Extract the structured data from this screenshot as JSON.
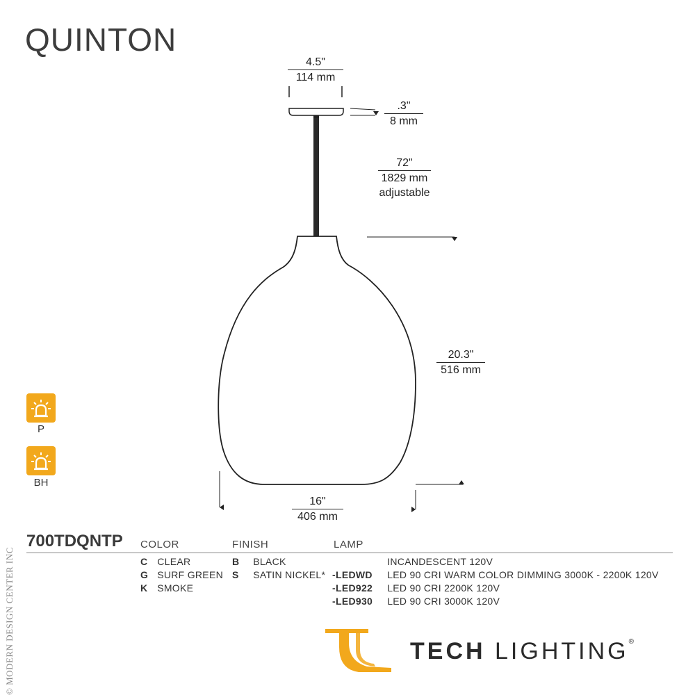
{
  "title": "QUINTON",
  "dimensions": {
    "canopy_width": {
      "in": "4.5\"",
      "mm": "114 mm"
    },
    "canopy_height": {
      "in": ".3\"",
      "mm": "8 mm"
    },
    "cord_length": {
      "in": "72\"",
      "mm": "1829 mm",
      "note": "adjustable"
    },
    "shade_height": {
      "in": "20.3\"",
      "mm": "516 mm"
    },
    "shade_width": {
      "in": "16\"",
      "mm": "406 mm"
    }
  },
  "badges": [
    {
      "icon": "alarm-light-icon",
      "label": "P"
    },
    {
      "icon": "alarm-light-icon",
      "label": "BH"
    }
  ],
  "copyright": "© MODERN DESIGN CENTER INC",
  "spec": {
    "model": "700TDQNTP",
    "headers": {
      "color": "COLOR",
      "finish": "FINISH",
      "lamp": "LAMP"
    },
    "colors": [
      {
        "code": "C",
        "label": "CLEAR"
      },
      {
        "code": "G",
        "label": "SURF GREEN"
      },
      {
        "code": "K",
        "label": "SMOKE"
      }
    ],
    "finishes": [
      {
        "code": "B",
        "label": "BLACK"
      },
      {
        "code": "S",
        "label": "SATIN NICKEL*"
      }
    ],
    "lamps": [
      {
        "code": "",
        "label": "INCANDESCENT 120V"
      },
      {
        "code": "-LEDWD",
        "label": "LED 90 CRI WARM COLOR DIMMING 3000K - 2200K 120V"
      },
      {
        "code": "-LED922",
        "label": "LED 90 CRI 2200K 120V"
      },
      {
        "code": "-LED930",
        "label": "LED 90 CRI 3000K 120V"
      }
    ]
  },
  "brand": {
    "tech": "TECH",
    "lighting": "LIGHTING",
    "reg": "®"
  },
  "colors": {
    "badge": "#f2a81c",
    "logo_accent": "#f2a81c",
    "line": "#1f1f1f"
  }
}
